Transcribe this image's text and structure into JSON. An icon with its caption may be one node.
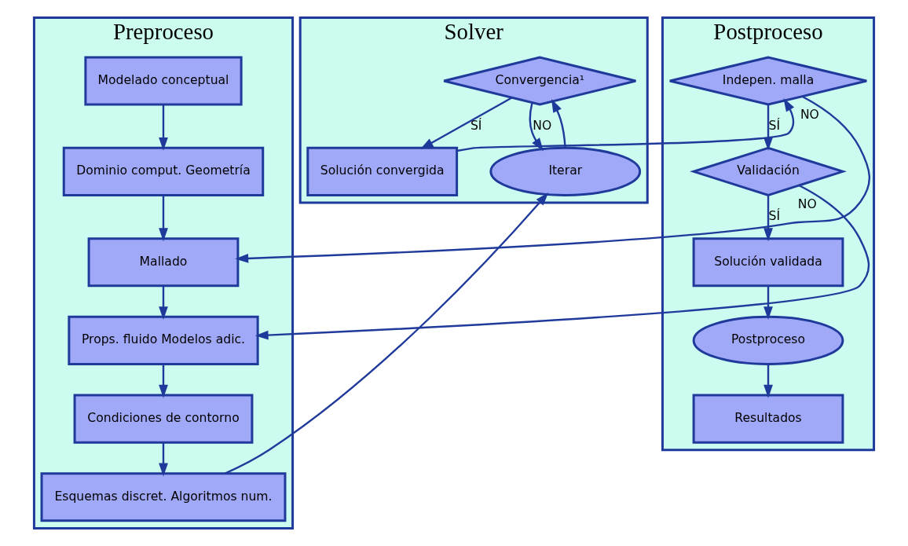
{
  "diagram": {
    "nodes": [
      {
        "text": [
          "Preproceso"
        ]
      },
      {
        "text": [
          "Modelado conceptual"
        ],
        "in": 0
      },
      {
        "text": [
          "Dominio comput. Geometría"
        ],
        "in": 0
      },
      {
        "text": [
          "Mallado"
        ],
        "in": 0
      },
      {
        "text": [
          "Props. fluido Modelos adic."
        ],
        "in": 0
      },
      {
        "text": [
          "Condiciones de contorno"
        ],
        "in": 0
      },
      {
        "text": [
          "Esquemas discret. Algoritmos num."
        ],
        "in": 0
      },
      {
        "text": [
          "Solver"
        ]
      },
      {
        "text": [
          "Solución convergida"
        ],
        "in": 7
      },
      {
        "text": [
          "Convergencia¹"
        ],
        "in": 7
      },
      {
        "text": [
          "Iterar"
        ],
        "in": 7
      },
      {
        "text": [
          "Postproceso"
        ]
      },
      {
        "text": [
          "Indepen. malla"
        ],
        "in": 11
      },
      {
        "text": [
          "Validación"
        ],
        "in": 11
      },
      {
        "text": [
          "Solución validada"
        ],
        "in": 11
      },
      {
        "text": [
          "Postproceso"
        ],
        "in": 11
      },
      {
        "text": [
          "Resultados"
        ],
        "in": 11
      }
    ],
    "edges": [
      {
        "from": 1,
        "to": 2,
        "arrow": "to"
      },
      {
        "from": 2,
        "to": 3,
        "arrow": "to"
      },
      {
        "from": 3,
        "to": 4,
        "arrow": "to"
      },
      {
        "from": 4,
        "to": 5,
        "arrow": "to"
      },
      {
        "from": 5,
        "to": 6,
        "arrow": "to"
      },
      {
        "from": 6,
        "to": 10,
        "arrow": "to"
      },
      {
        "from": 10,
        "to": 9,
        "arrow": "to"
      },
      {
        "from": 9,
        "to": 8,
        "arrow": "to",
        "label": "SÍ"
      },
      {
        "from": 9,
        "to": 10,
        "arrow": "to",
        "label": "NO"
      },
      {
        "from": 8,
        "to": 12,
        "arrow": "to"
      },
      {
        "from": 12,
        "to": 3,
        "arrow": "to",
        "label": "NO"
      },
      {
        "from": 12,
        "to": 13,
        "arrow": "to",
        "label": "SÍ"
      },
      {
        "from": 13,
        "to": 4,
        "arrow": "to",
        "label": "NO"
      },
      {
        "from": 13,
        "to": 14,
        "arrow": "to",
        "label": "SÍ"
      },
      {
        "from": 14,
        "to": 15,
        "arrow": "to"
      },
      {
        "from": 15,
        "to": 16,
        "arrow": "to"
      }
    ]
  }
}
